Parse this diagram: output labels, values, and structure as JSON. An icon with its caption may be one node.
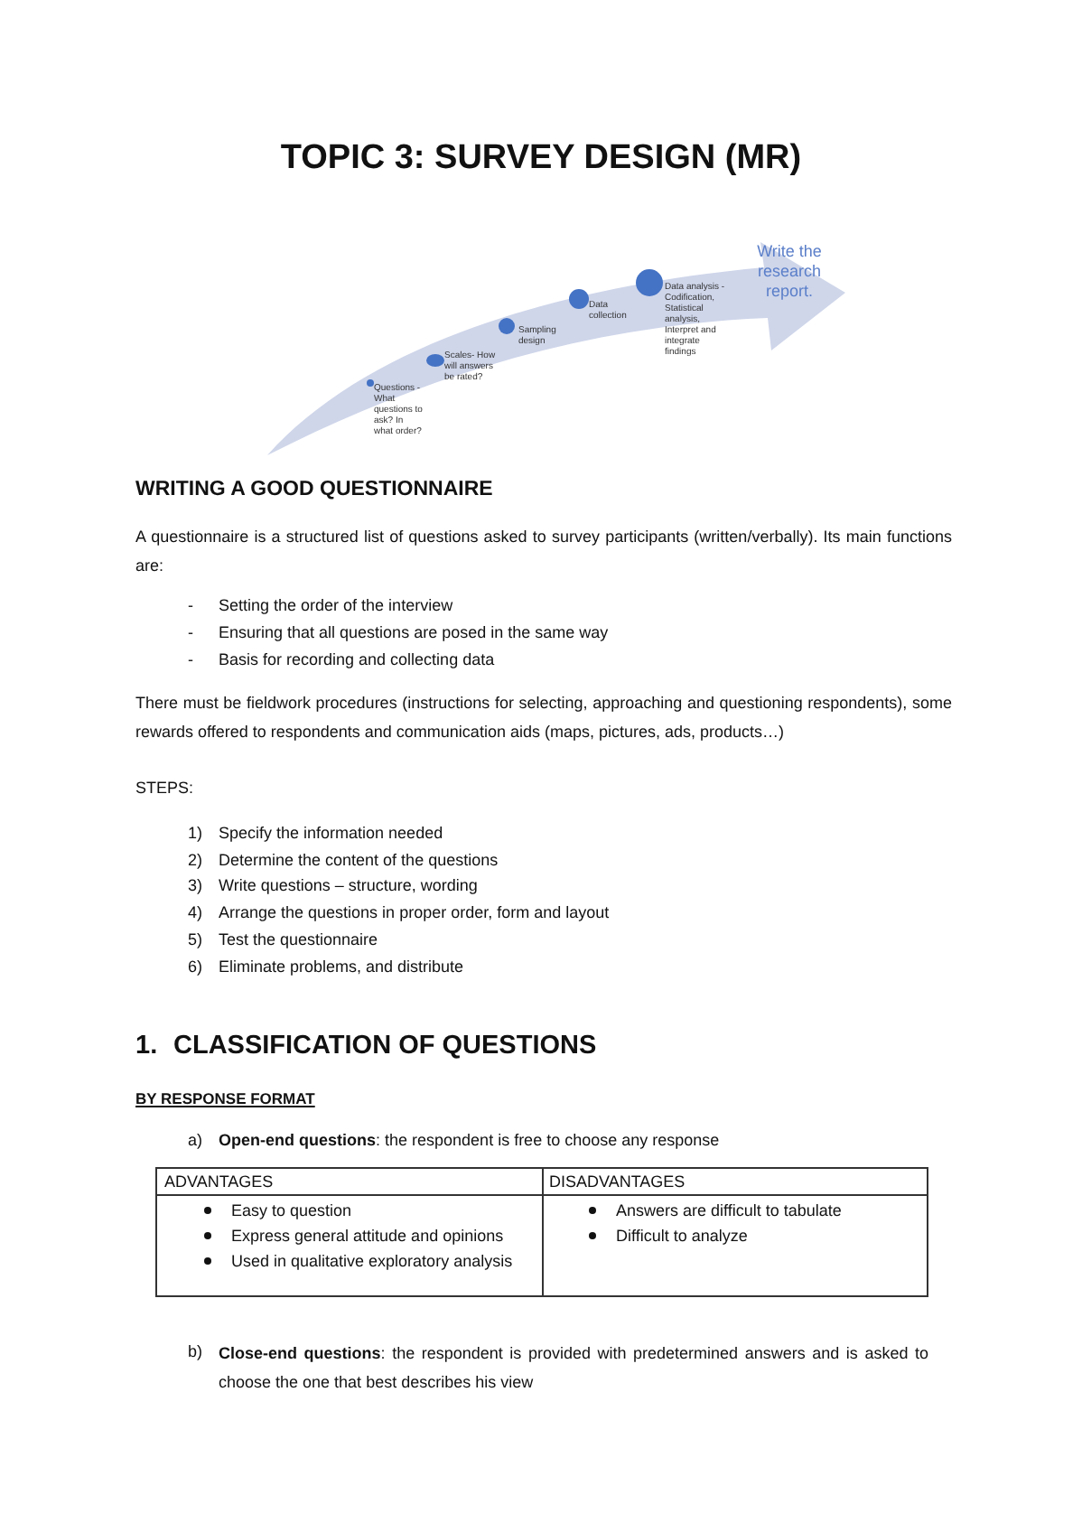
{
  "diagram": {
    "title": "TOPIC 3: SURVEY DESIGN (MR)",
    "nodes": [
      {
        "text": [
          "Write the research report."
        ]
      },
      {
        "text": [],
        "shape": "circle",
        "in": 0,
        "beside": [
          "Questions - What questions to ask? In what order?"
        ]
      },
      {
        "text": [],
        "shape": "circle",
        "in": 0,
        "beside": [
          "Scales- How will answers be rated?"
        ]
      },
      {
        "text": [],
        "shape": "circle",
        "in": 0,
        "beside": [
          "Sampling design"
        ]
      },
      {
        "text": [],
        "shape": "circle",
        "in": 0,
        "beside": [
          "Data collection"
        ]
      },
      {
        "text": [],
        "shape": "circle",
        "in": 0,
        "beside": [
          "Data analysis -Codification, Statistical analysis, Interpret and integrate findings"
        ]
      }
    ],
    "labels": [
      "WRITING A GOOD QUESTIONNAIRE",
      "A questionnaire is a structured list of questions asked to survey participants (written/verbally). Its main functions are:",
      "-",
      "Setting the order of the interview",
      "-",
      "Ensuring that all questions are posed in the same way",
      "-",
      "Basis for recording and collecting data",
      "There must be fieldwork procedures (instructions for selecting, approaching and questioning respondents), some rewards offered to respondents and communication aids (maps, pictures, ads, products…)",
      "STEPS:",
      "1)",
      "Specify the information needed",
      "2)",
      "Determine the content of the questions",
      "3)",
      "Write questions – structure, wording",
      "4)",
      "Arrange the questions in proper order, form and layout",
      "5)",
      "Test the questionnaire",
      "6)",
      "Eliminate problems, and distribute",
      "1.",
      "CLASSIFICATION OF QUESTIONS",
      "BY RESPONSE FORMAT",
      "a)",
      "**Open-end questions**: the respondent is free to choose any response",
      "ADVANTAGES",
      "DISADVANTAGES",
      "Easy to question",
      "Express general attitude and opinions",
      "Used in qualitative exploratory analysis",
      "Answers are difficult to tabulate",
      "Difficult to analyze",
      "b)",
      "**Close-end questions**: the respondent is provided with predetermined answers and is asked to choose the one that best describes his view"
    ]
  }
}
